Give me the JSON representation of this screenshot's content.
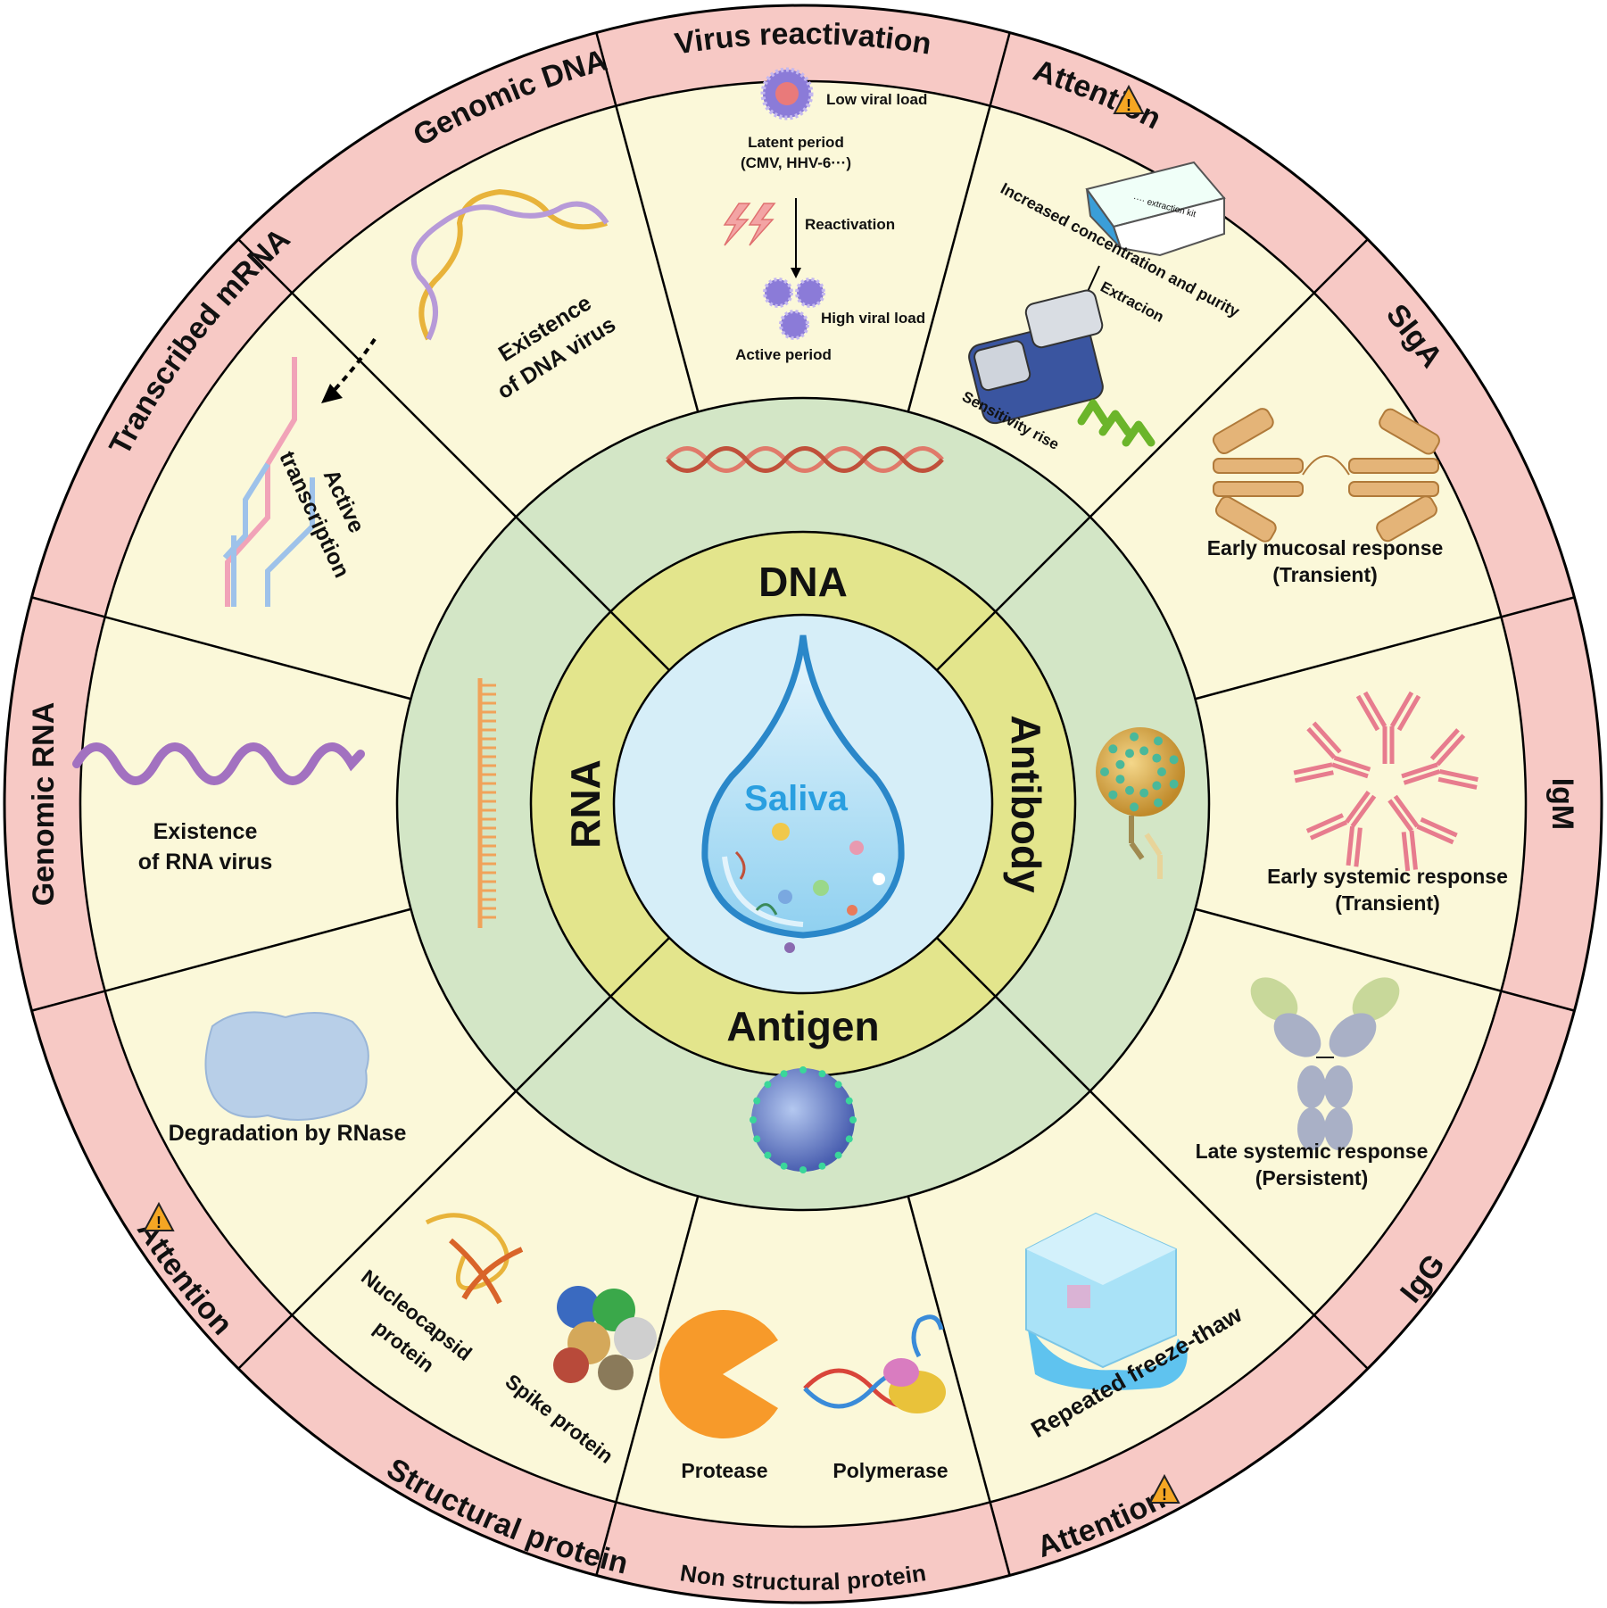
{
  "center": {
    "label": "Saliva"
  },
  "inner_ring": [
    "DNA",
    "Antibody",
    "Antigen",
    "RNA"
  ],
  "outer_ring": [
    "Virus reactivation",
    "Attention",
    "SIgA",
    "IgM",
    "IgG",
    "Attention",
    "Non structural protein",
    "Structural protein",
    "Attention",
    "Genomic RNA",
    "Transcribed mRNA",
    "Genomic DNA"
  ],
  "segments": {
    "virus_reactivation": {
      "low": "Low viral load",
      "latent": "Latent period",
      "latent_examples": "(CMV, HHV-6···)",
      "reactivation": "Reactivation",
      "high": "High viral load",
      "active": "Active period"
    },
    "attention_top": {
      "kit_label": "···· extraction kit",
      "concentration": "Increased concentration and purity",
      "extraction": "Extracion",
      "sensitivity": "Sensitivity rise"
    },
    "siga": {
      "line1": "Early mucosal response",
      "line2": "(Transient)"
    },
    "igm": {
      "line1": "Early systemic response",
      "line2": "(Transient)"
    },
    "igg": {
      "line1": "Late systemic response",
      "line2": "(Persistent)"
    },
    "attention_freeze": {
      "text": "Repeated freeze-thaw"
    },
    "non_structural": {
      "protease": "Protease",
      "polymerase": "Polymerase"
    },
    "structural": {
      "nucleocapsid_1": "Nucleocapsid",
      "nucleocapsid_2": "protein",
      "spike": "Spike protein"
    },
    "attention_rnase": {
      "text": "Degradation by RNase"
    },
    "genomic_rna": {
      "line1": "Existence",
      "line2": "of RNA virus"
    },
    "transcribed_mrna": {
      "line1": "Active",
      "line2": "transcription"
    },
    "genomic_dna": {
      "line1": "Existence",
      "line2": "of DNA virus"
    }
  },
  "colors": {
    "outer_ring": "#f7c9c5",
    "segment": "#fbf8d9",
    "middle_ring": "#d3e6c6",
    "inner_ring": "#e3e58c",
    "center": "#d6eef8",
    "drop": "#2a9fe0"
  }
}
